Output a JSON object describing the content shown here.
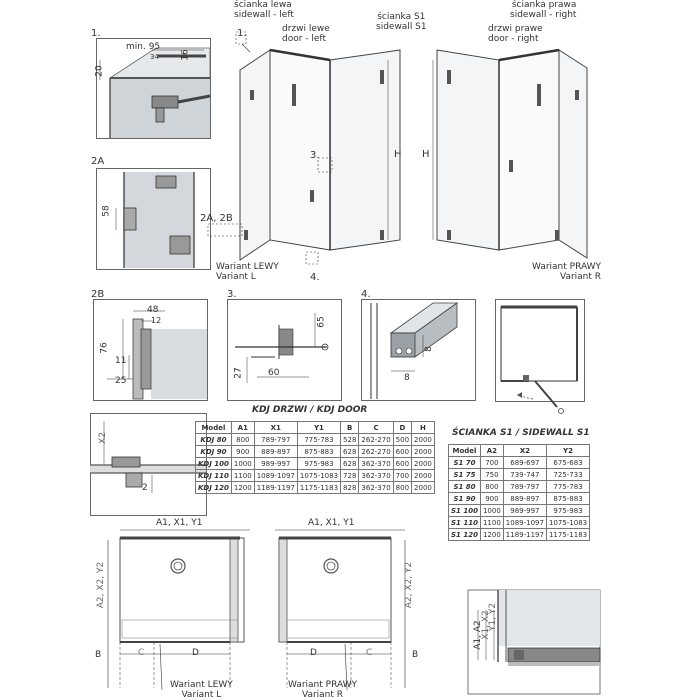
{
  "labels": {
    "sidewall_left": "ścianka lewa\nsidewall - left",
    "door_left": "drzwi lewe\ndoor - left",
    "sidewall_s1": "ścianka S1\nsidewall S1",
    "door_right": "drzwi prawe\ndoor - right",
    "sidewall_right": "ścianka prawa\nsidewall - right",
    "variant_left": "Wariant LEWY\nVariant L",
    "variant_right": "Wariant PRAWY\nVariant R",
    "variant_left_bottom": "Wariant LEWY\nVariant L",
    "variant_right_bottom": "Wariant PRAWY\nVariant R"
  },
  "section_marks": {
    "s1": "1.",
    "s2a": "2A",
    "s2b": "2B",
    "s3": "3.",
    "s4": "4.",
    "callout_1": "1.",
    "callout_3": "3.",
    "callout_2a2b": "2A, 2B",
    "callout_4": "4."
  },
  "dims": {
    "min95": "min. 95",
    "d34": "34",
    "d16": "16",
    "d20": "20",
    "d58": "58",
    "d48": "48",
    "d12": "12",
    "d76": "76",
    "d11": "11",
    "d25": "25",
    "d65": "65",
    "d27": "27",
    "d60": "60",
    "d8a": "8",
    "d8b": "8",
    "H": "H",
    "x2": "X2",
    "d2": "2",
    "a1x1y1_left": "A1, X1, Y1",
    "a1x1y1_right": "A1, X1, Y1",
    "a2x2y2_left": "A2, X2, Y2",
    "a2x2y2_right": "A2, X2, Y2",
    "B": "B",
    "C": "C",
    "D": "D",
    "a1a2": "A1, A2",
    "x1x2": "X1, X2",
    "y1y2": "Y1, Y2"
  },
  "door_table": {
    "title": "KDJ DRZWI / KDJ DOOR",
    "headers": [
      "Model",
      "A1",
      "X1",
      "Y1",
      "B",
      "C",
      "D",
      "H"
    ],
    "rows": [
      [
        "KDJ 80",
        "800",
        "789-797",
        "775-783",
        "528",
        "262-270",
        "500",
        "2000"
      ],
      [
        "KDJ 90",
        "900",
        "889-897",
        "875-883",
        "628",
        "262-270",
        "600",
        "2000"
      ],
      [
        "KDJ 100",
        "1000",
        "989-997",
        "975-983",
        "628",
        "362-370",
        "600",
        "2000"
      ],
      [
        "KDJ 110",
        "1100",
        "1089-1097",
        "1075-1083",
        "728",
        "362-370",
        "700",
        "2000"
      ],
      [
        "KDJ 120",
        "1200",
        "1189-1197",
        "1175-1183",
        "828",
        "362-370",
        "800",
        "2000"
      ]
    ]
  },
  "sidewall_table": {
    "title": "ŚCIANKA S1 / SIDEWALL S1",
    "headers": [
      "Model",
      "A2",
      "X2",
      "Y2"
    ],
    "rows": [
      [
        "S1 70",
        "700",
        "689-697",
        "675-683"
      ],
      [
        "S1 75",
        "750",
        "739-747",
        "725-733"
      ],
      [
        "S1 80",
        "800",
        "789-797",
        "775-783"
      ],
      [
        "S1 90",
        "900",
        "889-897",
        "875-883"
      ],
      [
        "S1 100",
        "1000",
        "989-997",
        "975-983"
      ],
      [
        "S1 110",
        "1100",
        "1089-1097",
        "1075-1083"
      ],
      [
        "S1 120",
        "1200",
        "1189-1197",
        "1175-1183"
      ]
    ]
  }
}
